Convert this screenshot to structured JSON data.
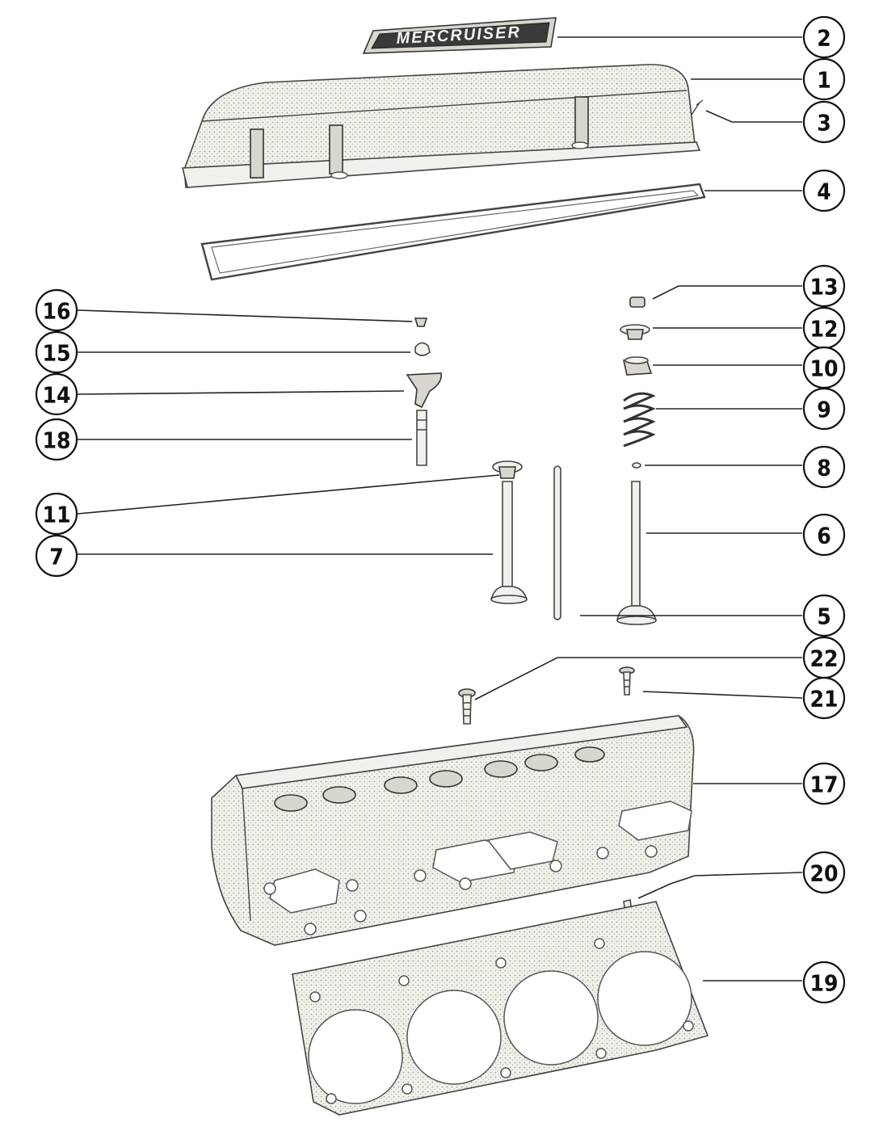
{
  "emblem_text": "MERCRUISER",
  "callouts": [
    {
      "label": "2",
      "part": "emblem"
    },
    {
      "label": "1",
      "part": "valve-cover"
    },
    {
      "label": "3",
      "part": "rivet"
    },
    {
      "label": "4",
      "part": "valve-cover-gasket"
    },
    {
      "label": "13",
      "part": "valve-lock"
    },
    {
      "label": "12",
      "part": "spring-cap"
    },
    {
      "label": "10",
      "part": "valve-rotator"
    },
    {
      "label": "9",
      "part": "valve-spring"
    },
    {
      "label": "8",
      "part": "o-ring-seal"
    },
    {
      "label": "6",
      "part": "exhaust-valve"
    },
    {
      "label": "5",
      "part": "push-rod"
    },
    {
      "label": "22",
      "part": "head-bolt-long"
    },
    {
      "label": "21",
      "part": "head-bolt-short"
    },
    {
      "label": "17",
      "part": "cylinder-head"
    },
    {
      "label": "20",
      "part": "dowel-pin"
    },
    {
      "label": "19",
      "part": "head-gasket"
    },
    {
      "label": "16",
      "part": "rocker-nut"
    },
    {
      "label": "15",
      "part": "rocker-ball"
    },
    {
      "label": "14",
      "part": "rocker-arm"
    },
    {
      "label": "18",
      "part": "rocker-stud"
    },
    {
      "label": "11",
      "part": "intake-valve-cap"
    },
    {
      "label": "7",
      "part": "intake-valve"
    }
  ]
}
